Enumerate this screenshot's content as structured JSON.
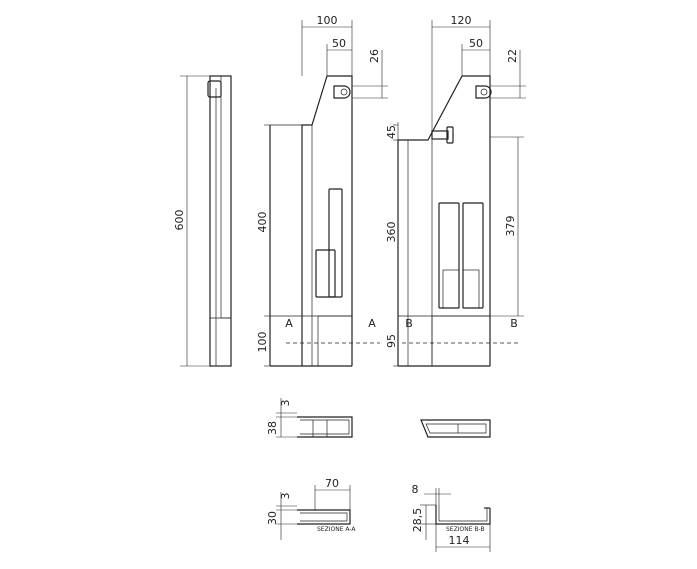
{
  "dimensions": {
    "overall_height": "600",
    "front_width": "100",
    "front_top_width": "50",
    "front_top_offset": "26",
    "front_body_height": "400",
    "front_base_height": "100",
    "side_width": "120",
    "side_top_width": "50",
    "side_top_offset": "22",
    "side_bracket": "45",
    "side_body_height": "360",
    "side_total_height": "379",
    "side_base_height": "95",
    "top_view_a_offset": "3",
    "top_view_a_depth": "38",
    "section_a_offset": "3",
    "section_a_depth": "30",
    "section_a_width": "70",
    "section_b_offset": "8",
    "section_b_depth": "28,5",
    "section_b_width": "114"
  },
  "section_markers": {
    "a_left": "A",
    "a_right": "A",
    "b_left": "B",
    "b_right": "B"
  },
  "section_titles": {
    "a": "SEZIONE A-A",
    "b": "SEZIONE B-B"
  }
}
